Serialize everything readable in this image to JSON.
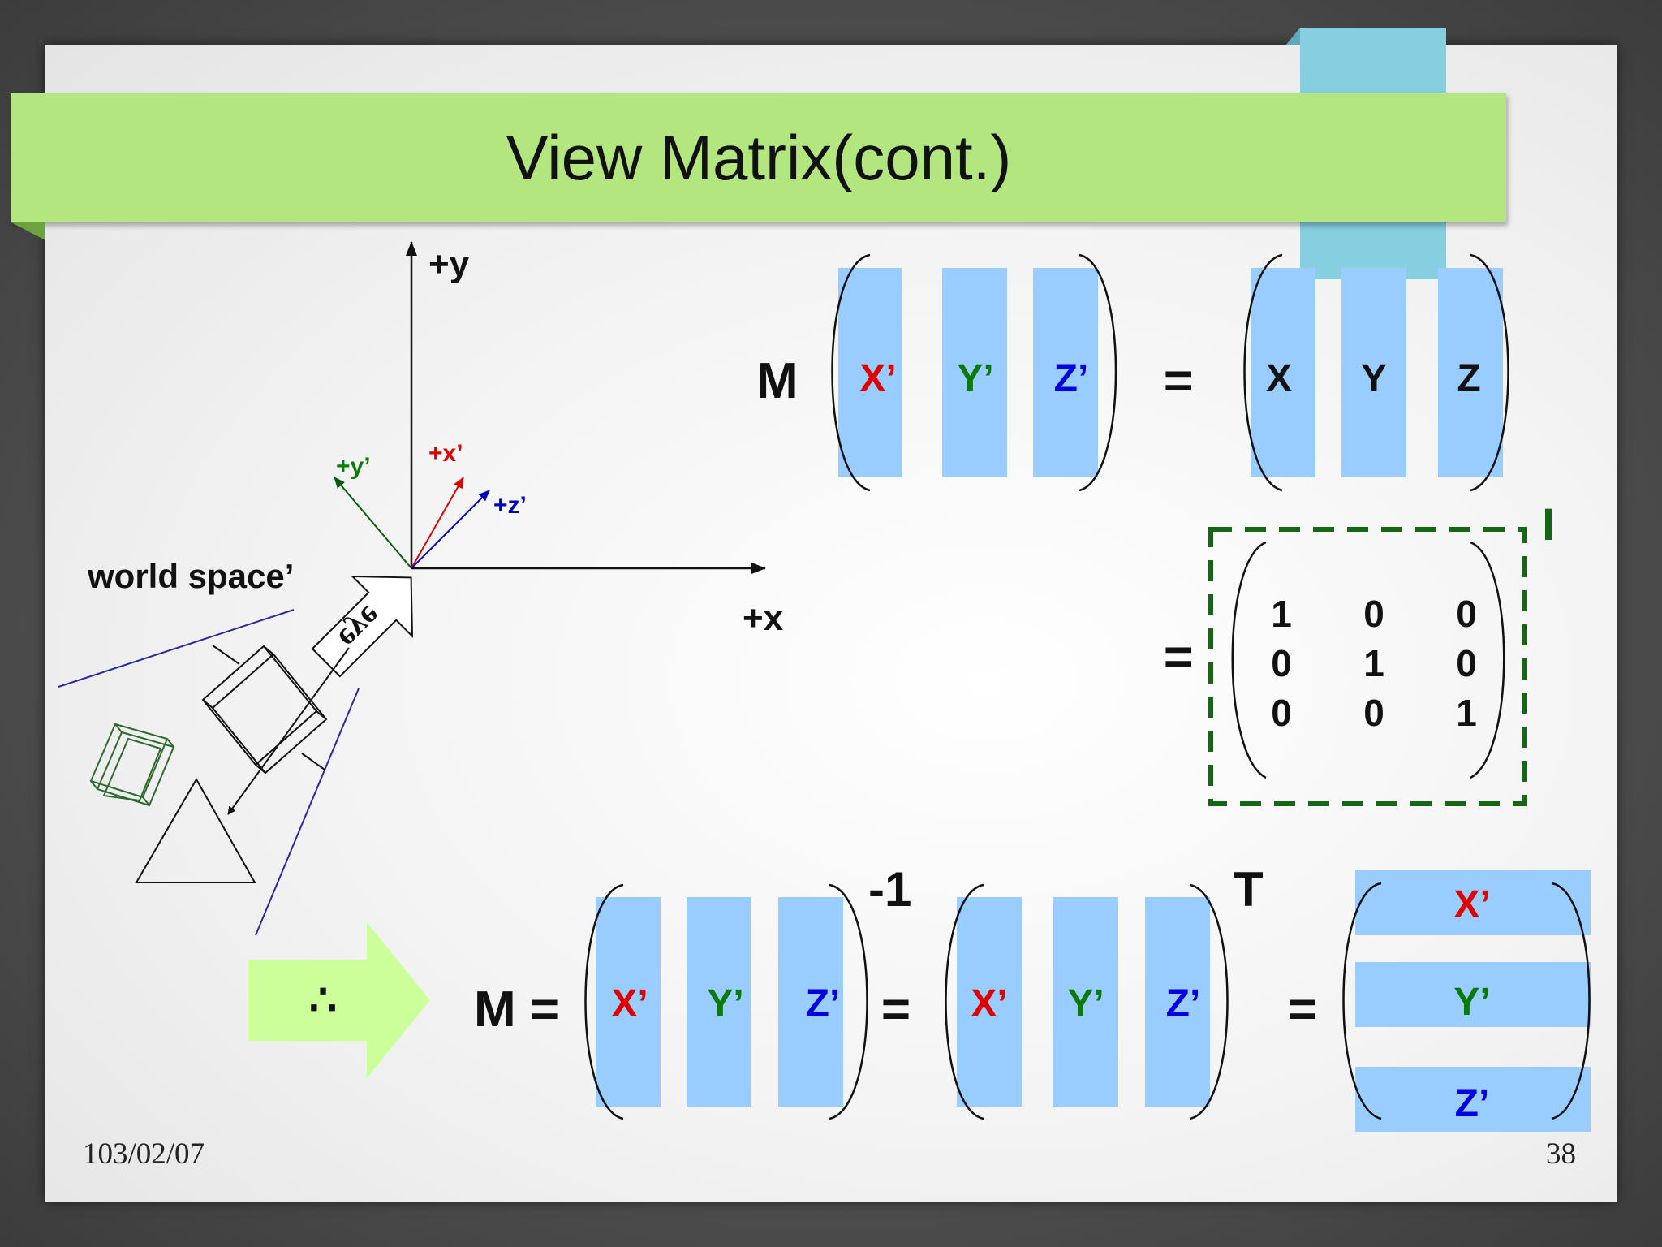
{
  "slide": {
    "title": "View Matrix(cont.)",
    "date": "103/02/07",
    "page_number": "38"
  },
  "axes": {
    "y_label": "+y",
    "x_label": "+x",
    "yp_label": "+y’",
    "xp_label": "+x’",
    "zp_label": "+z’"
  },
  "scene": {
    "world_label": "world space’",
    "eye_label": "eye"
  },
  "equation1": {
    "m_label": "M",
    "equals": "=",
    "left_columns": [
      "X’",
      "Y’",
      "Z’"
    ],
    "right_columns": [
      "X",
      "Y",
      "Z"
    ]
  },
  "identity": {
    "equals": "=",
    "label": "I",
    "rows": [
      [
        "1",
        "0",
        "0"
      ],
      [
        "0",
        "1",
        "0"
      ],
      [
        "0",
        "0",
        "1"
      ]
    ]
  },
  "equation2": {
    "therefore": "∴",
    "m_equals": "M =",
    "equals": "=",
    "inverse_sup": "-1",
    "transpose_sup": "T",
    "columns_a": [
      "X’",
      "Y’",
      "Z’"
    ],
    "columns_b": [
      "X’",
      "Y’",
      "Z’"
    ],
    "rows_c": [
      "X’",
      "Y’",
      "Z’"
    ]
  },
  "colors": {
    "title_bar": "#b3e67f",
    "accent": "#86cfe0",
    "column_fill": "#99ccff",
    "x_red": "#e00000",
    "y_green": "#0a7a0a",
    "z_blue": "#0000e0",
    "identity_border": "#156615",
    "arrow_green": "#ccff99"
  }
}
